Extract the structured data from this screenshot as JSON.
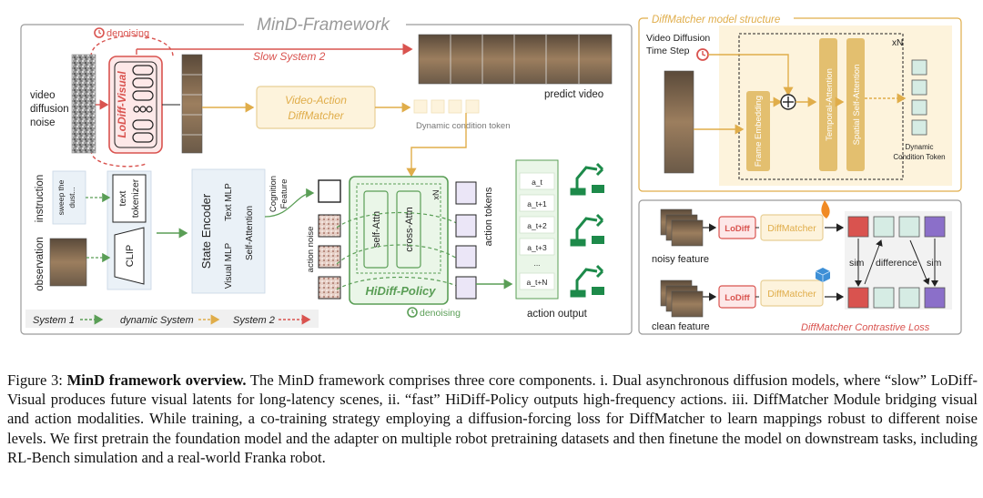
{
  "framework": {
    "title": "MinD-Framework",
    "denoising_top": "denoising",
    "denoising_bottom": "denoising",
    "slow_system_label": "Slow System 2",
    "video_noise_label": [
      "video",
      "diffusion",
      "noise"
    ],
    "lodiff_visual": "LoDiff-Visual",
    "predict_video": "predict video",
    "video_action_diffmatcher": [
      "Video-Action",
      "DiffMatcher"
    ],
    "dynamic_condition_token": "Dynamic condition token",
    "instruction_label": "instruction",
    "instruction_text": [
      "sweep the",
      "dust..."
    ],
    "observation_label": "observation",
    "text_tokenizer": [
      "text",
      "tokenizer"
    ],
    "clip": "CLIP",
    "state_encoder": "State Encoder",
    "text_mlp": "Text MLP",
    "visual_mlp": "Visual MLP",
    "self_attention": "Self-Attention",
    "cognition_feature": [
      "Cognition",
      "Feature"
    ],
    "action_noise": "action noise",
    "self_attn": "self-Attn",
    "cross_attn": "cross-Attn",
    "xN": "xN",
    "hidiff_policy": "HiDiff-Policy",
    "action_tokens": "action tokens",
    "action_list": [
      "a_t",
      "a_t+1",
      "a_t+2",
      "a_t+3",
      "...",
      "a_t+N"
    ],
    "action_output": "action output",
    "legend": [
      {
        "label": "System 1",
        "color": "#5a9e56"
      },
      {
        "label": "dynamic System",
        "color": "#e0ad4a"
      },
      {
        "label": "System 2",
        "color": "#d9534f"
      }
    ]
  },
  "structure": {
    "title": "DiffMatcher model structure",
    "time_step": [
      "Video Diffusion",
      "Time Step"
    ],
    "xN": "xN",
    "frame_embedding": "Frame Embedding",
    "temporal_attention": "Temporal-Attention",
    "spatial_attention": "Spatial Self-Attention",
    "dynamic_token": [
      "Dynamic",
      "Condition Token"
    ]
  },
  "contrastive": {
    "lodiff": "LoDiff",
    "diffmatcher": "DiffMatcher",
    "noisy_feature": "noisy feature",
    "clean_feature": "clean feature",
    "sim": "sim",
    "difference": "difference",
    "title": "DiffMatcher Contrastive Loss"
  },
  "caption": {
    "prefix": "Figure 3: ",
    "bold": "MinD framework overview.",
    "text": " The MinD framework comprises three core components. i. Dual asynchronous diffusion models, where “slow” LoDiff-Visual produces future visual latents for long-latency scenes, ii. “fast” HiDiff-Policy outputs high-frequency actions. iii. DiffMatcher Module bridging visual and action modalities. While training, a co-training strategy employing a diffusion-forcing loss for DiffMatcher to learn mappings robust to different noise levels. We first pretrain the foundation model and the adapter on multiple robot pretraining datasets and then finetune the model on downstream tasks, including RL-Bench simulation and a real-world Franka robot."
  },
  "colors": {
    "system1": "#5a9e56",
    "dynamic": "#e0ad4a",
    "system2": "#d9534f",
    "panel_bg": "#fdf3dc",
    "teal": "#d6ece4"
  }
}
